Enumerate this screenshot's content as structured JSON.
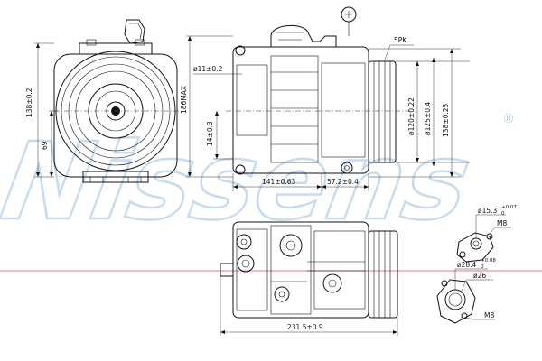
{
  "watermark": {
    "brand": "Nissens",
    "registered": "®",
    "color": "#b9d3ec"
  },
  "accent_line_color": "#e23a4a",
  "front_view": {
    "overall_height": "138±0.2",
    "pulley_center_height": "69"
  },
  "side_view": {
    "belt_type": "5PK",
    "hole_dia": "ø11±0.2",
    "max_height": "186MAX",
    "mount_height": "14±0.3",
    "length_body": "141±0.63",
    "length_pulley": "57.2±0.4",
    "pulley_dia_inner": "ø120±0.22",
    "pulley_dia_outer": "ø125±0.4",
    "height_right": "138±0.25"
  },
  "bottom_view": {
    "overall_length": "231.5±0.9"
  },
  "port_top": {
    "port_dia": "ø15.3",
    "port_tol": "+0.07",
    "port_tol_lower": "0",
    "thread": "M8"
  },
  "port_bottom": {
    "port_dia_a": "ø28.4",
    "port_dia_a_tol": "+0.08",
    "port_dia_a_tol_lower": "0",
    "port_dia_b": "ø26",
    "thread": "M8"
  }
}
